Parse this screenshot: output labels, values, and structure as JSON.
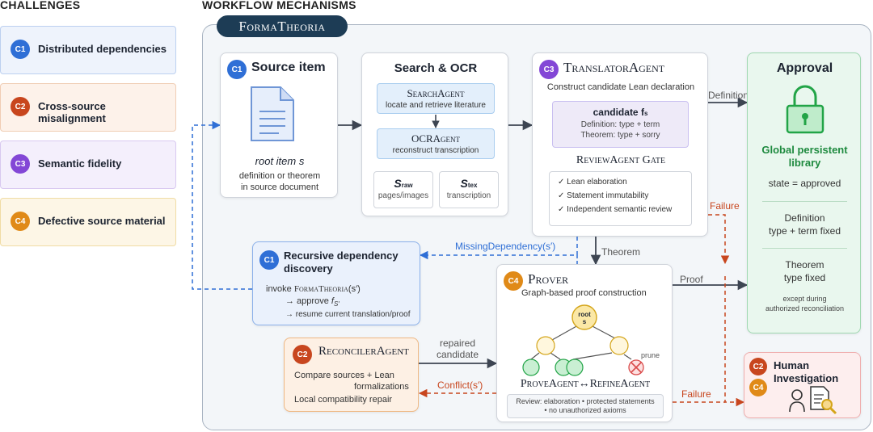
{
  "headers": {
    "challenges": "CHALLENGES",
    "mechanisms": "WORKFLOW MECHANISMS"
  },
  "brand": "FormaTheoria",
  "challenges": [
    {
      "badge": "C1",
      "label": "Distributed dependencies",
      "color": "#2f6fd6"
    },
    {
      "badge": "C2",
      "label": "Cross-source misalignment",
      "color": "#c8461e"
    },
    {
      "badge": "C3",
      "label": "Semantic fidelity",
      "color": "#8347d6"
    },
    {
      "badge": "C4",
      "label": "Defective source material",
      "color": "#e08a18"
    }
  ],
  "source": {
    "badge": "C1",
    "title": "Source item",
    "item": "root item s",
    "desc1": "definition or theorem",
    "desc2": "in source document"
  },
  "search": {
    "title": "Search & OCR",
    "agent1": "SearchAgent",
    "agent1_desc": "locate and retrieve literature",
    "agent2": "OCRAgent",
    "agent2_desc": "reconstruct transcription",
    "raw_sym": "S",
    "raw_sub": "raw",
    "raw_desc": "pages/images",
    "tex_sym": "S",
    "tex_sub": "tex",
    "tex_desc": "transcription"
  },
  "translator": {
    "badge": "C3",
    "title": "TranslatorAgent",
    "desc": "Construct candidate Lean declaration",
    "cand_title": "candidate f",
    "cand_sub": "s",
    "cand_def": "Definition: type + term",
    "cand_thm": "Theorem: type + sorry",
    "gate": "ReviewAgent Gate",
    "checks": [
      "Lean elaboration",
      "Statement immutability",
      "Independent semantic review"
    ],
    "check_mark": "✓"
  },
  "approval": {
    "title": "Approval",
    "lib1": "Global persistent",
    "lib2": "library",
    "state": "state = approved",
    "def1": "Definition",
    "def2": "type + term fixed",
    "thm1": "Theorem",
    "thm2": "type fixed",
    "except1": "except during",
    "except2": "authorized reconciliation"
  },
  "recursive": {
    "badge": "C1",
    "title1": "Recursive dependency",
    "title2": "discovery",
    "invoke_prefix": "invoke ",
    "invoke_fn": "FormaTheoria",
    "invoke_arg": "(s′)",
    "approve_prefix": "→ approve ",
    "approve_f": "f",
    "approve_sub": "S′",
    "resume": "→ resume current translation/proof"
  },
  "prover": {
    "badge": "C4",
    "title": "Prover",
    "desc": "Graph-based proof construction",
    "root1": "root",
    "root2": "s",
    "prune": "prune",
    "agents": "ProveAgent↔RefineAgent",
    "review1": "Review: elaboration • protected statements",
    "review2": "• no unauthorized axioms"
  },
  "reconciler": {
    "badge": "C2",
    "title": "ReconcilerAgent",
    "line1": "Compare sources + Lean",
    "line2": "formalizations",
    "line3": "Local compatibility repair"
  },
  "human": {
    "badge1": "C2",
    "badge2": "C4",
    "title1": "Human",
    "title2": "Investigation"
  },
  "edges": {
    "definition": "Definition",
    "failure1": "Failure",
    "missing": "MissingDependency(s′)",
    "theorem": "Theorem",
    "proof": "Proof",
    "repaired1": "repaired",
    "repaired2": "candidate",
    "conflict": "Conflict(s′)",
    "failure2": "Failure"
  },
  "colors": {
    "blue": "#2f6fd6",
    "orange": "#c8461e",
    "green": "#22a447",
    "purple": "#8347d6",
    "dark": "#3d4552"
  }
}
